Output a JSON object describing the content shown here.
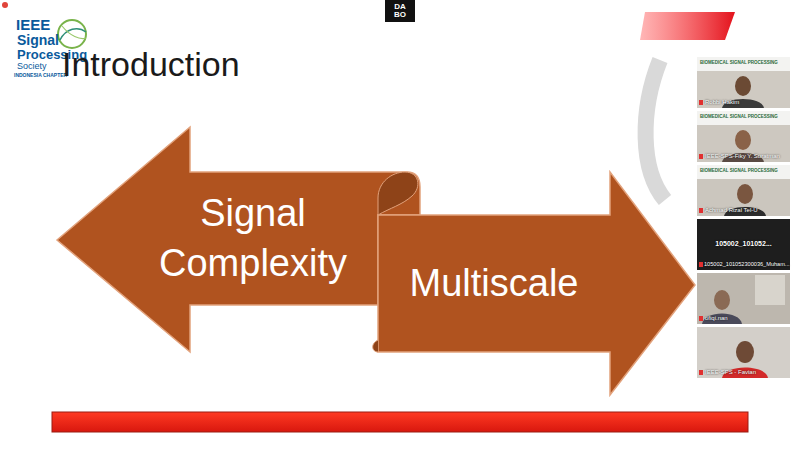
{
  "diagram": {
    "title": "Introduction",
    "nodes": [
      {
        "text": [
          "Signal Complexity"
        ]
      },
      {
        "text": [
          "Multiscale"
        ]
      }
    ],
    "labels": [
      "IEEE",
      "Signal",
      "Processing",
      "Society",
      "INDONESIA CHAPTER",
      "DA BO",
      "BIOMEDICAL SIGNAL PROCESSING",
      "BIOMEDICAL SIGNAL PROCESSING",
      "BIOMEDICAL SIGNAL PROCESSING",
      "Robbi Hakim",
      "IEEE-SPS-Fiky Y. Suratman",
      "Achmad Rizal Tel-U",
      "105002_101052...",
      "105002_101052300036_Muham...",
      "ofiqi.nan",
      "IEEE-SPS - Favian"
    ]
  }
}
